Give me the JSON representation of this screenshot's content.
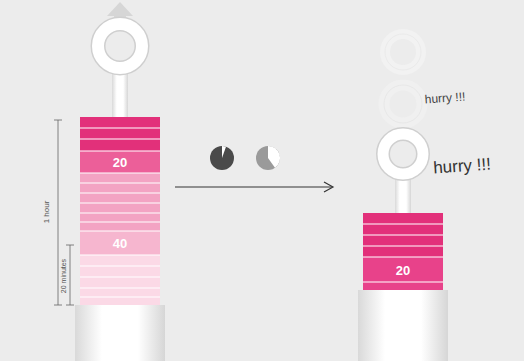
{
  "diagram": {
    "labels": [
      "1 hour",
      "20 minutes",
      "20",
      "40",
      "20",
      "hurry !!!",
      "hurry !!!"
    ]
  }
}
